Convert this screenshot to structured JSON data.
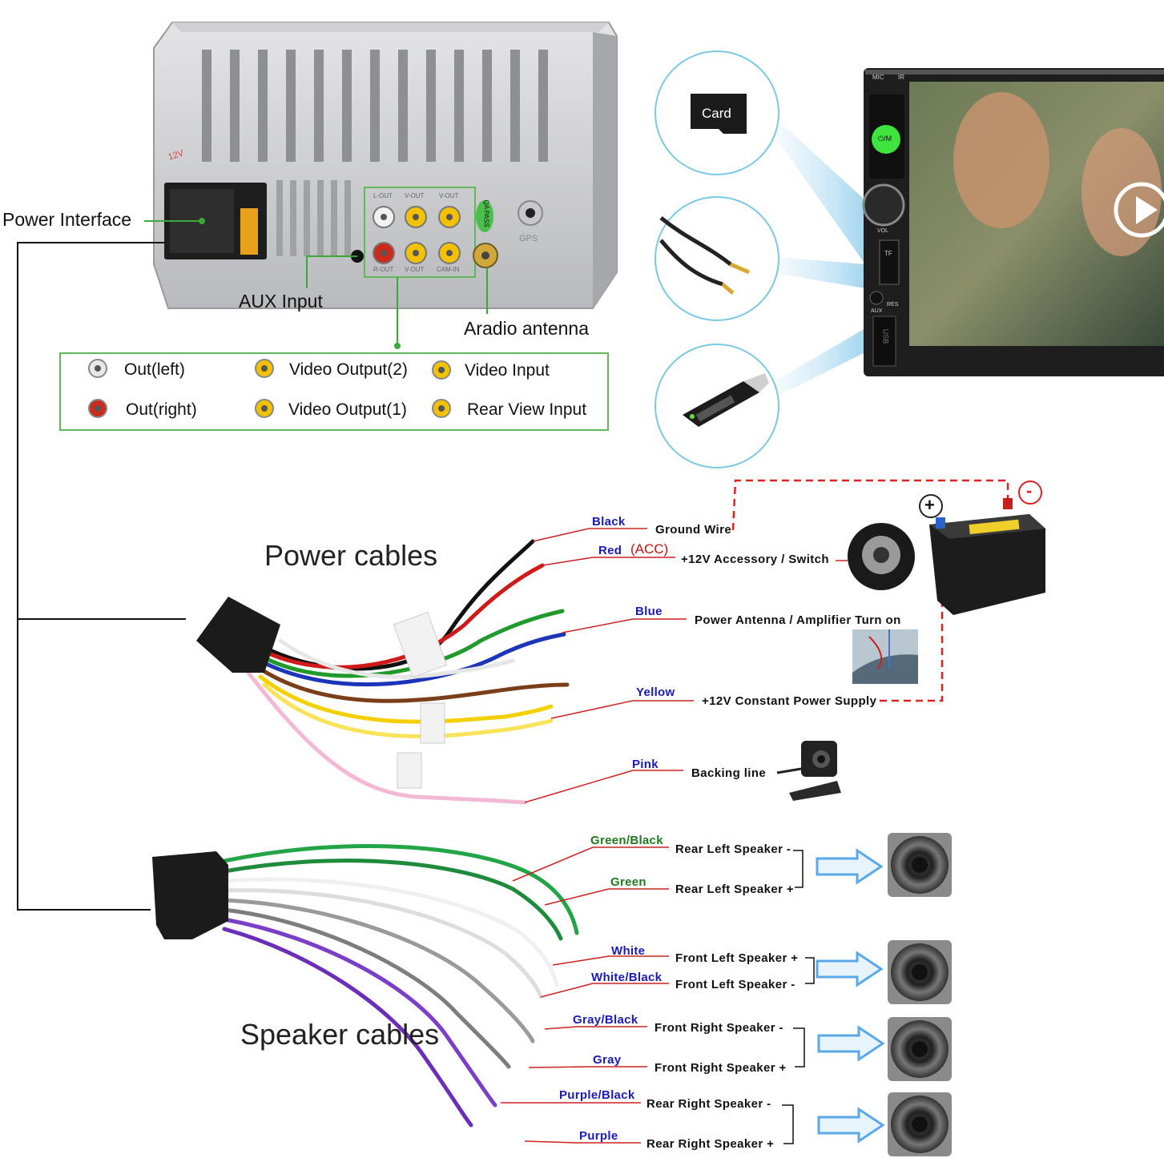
{
  "head_unit": {
    "labels": {
      "power_interface": "Power Interface",
      "aux_input": "AUX Input",
      "radio_antenna": "Aradio antenna"
    },
    "back_panel_text": {
      "voltage": "12V",
      "gps": "GPS",
      "jack_labels": [
        "L-OUT",
        "V-OUT",
        "V-OUT",
        "R-OUT",
        "V-OUT",
        "CAM-IN"
      ],
      "qa_pass": "QA PASS"
    },
    "front_panel_text": {
      "mic": "MIC",
      "ir": "IR",
      "vol": "VOL",
      "tf": "TF",
      "aux": "AUX",
      "res": "RES",
      "usb": "USB",
      "power_mode": "⏻/M"
    }
  },
  "legend": {
    "items": [
      {
        "label": "Out(left)",
        "jack_color": "#e8e8e8"
      },
      {
        "label": "Out(right)",
        "jack_color": "#cc2a1a"
      },
      {
        "label": "Video Output(2)",
        "jack_color": "#f2c200"
      },
      {
        "label": "Video Output(1)",
        "jack_color": "#f2c200"
      },
      {
        "label": "Video Input",
        "jack_color": "#f2c200"
      },
      {
        "label": "Rear View Input",
        "jack_color": "#f2c200"
      }
    ]
  },
  "accessories": {
    "card_label": "Card"
  },
  "power_cables": {
    "title": "Power cables",
    "wires": [
      {
        "color_name": "Black",
        "function": "Ground Wire"
      },
      {
        "color_name": "Red",
        "extra": "(ACC)",
        "function": "+12V Accessory / Switch"
      },
      {
        "color_name": "Blue",
        "function": "Power Antenna / Amplifier Turn on"
      },
      {
        "color_name": "Yellow",
        "function": "+12V Constant Power Supply"
      },
      {
        "color_name": "Pink",
        "function": "Backing line"
      }
    ],
    "battery_plus": "+",
    "battery_minus": "-"
  },
  "speaker_cables": {
    "title": "Speaker cables",
    "wires": [
      {
        "color_name": "Green/Black",
        "function": "Rear Left Speaker -"
      },
      {
        "color_name": "Green",
        "function": "Rear Left Speaker +"
      },
      {
        "color_name": "White",
        "function": "Front Left Speaker +"
      },
      {
        "color_name": "White/Black",
        "function": "Front Left Speaker -"
      },
      {
        "color_name": "Gray/Black",
        "function": "Front Right Speaker -"
      },
      {
        "color_name": "Gray",
        "function": "Front Right Speaker +"
      },
      {
        "color_name": "Purple/Black",
        "function": "Rear Right Speaker -"
      },
      {
        "color_name": "Purple",
        "function": "Rear Right Speaker +"
      }
    ]
  },
  "colors": {
    "legend_border": "#5fb85a",
    "callout_line": "#cc2222",
    "ground_dash": "#dd2222",
    "label_blue": "#1a1ab8",
    "arrow_blue": "#5aa8e8"
  }
}
